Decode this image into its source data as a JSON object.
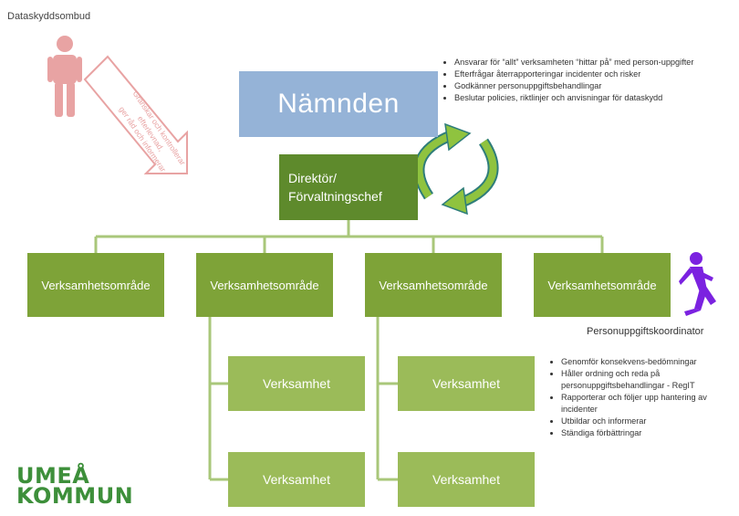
{
  "diagram": {
    "top_label": "Dataskyddsombud",
    "dpo_arrow_text": [
      "Granskar och kontrollerar",
      "efterlevnad,",
      "ger råd och informerar"
    ],
    "namnden": "Nämnden",
    "namnden_bullets": [
      "Ansvarar för “allt” verksamheten “hittar på” med person-uppgifter",
      "Efterfrågar återrapporteringar incidenter och risker",
      "Godkänner personuppgiftsbehandlingar",
      "Beslutar policies, riktlinjer och anvisningar för dataskydd"
    ],
    "direktor_line1": "Direktör/",
    "direktor_line2": "Förvaltningschef",
    "omraden": [
      "Verksamhetsområde",
      "Verksamhetsområde",
      "Verksamhetsområde",
      "Verksamhetsområde"
    ],
    "verksamheter": [
      "Verksamhet",
      "Verksamhet",
      "Verksamhet",
      "Verksamhet"
    ],
    "koordinator_label": "Personuppgiftskoordinator",
    "koordinator_bullets": [
      "Genomför konsekvens-bedömningar",
      "Håller ordning och reda på personuppgiftsbehandlingar - RegIT",
      "Rapporterar och följer upp hantering av incidenter",
      "Utbildar och informerar",
      "Ständiga förbättringar"
    ],
    "logo_line1": "UMEÅ",
    "logo_line2": "KOMMUN"
  },
  "colors": {
    "namnden": "#95b3d7",
    "direktor": "#5e8a2c",
    "omrade": "#7ea338",
    "verksamhet": "#9bbb59",
    "person_dpo": "#e8a3a3",
    "person_koordinator": "#7b22e0",
    "cycle_arrow": "#8fc33f",
    "logo": "#3d8f3a"
  }
}
